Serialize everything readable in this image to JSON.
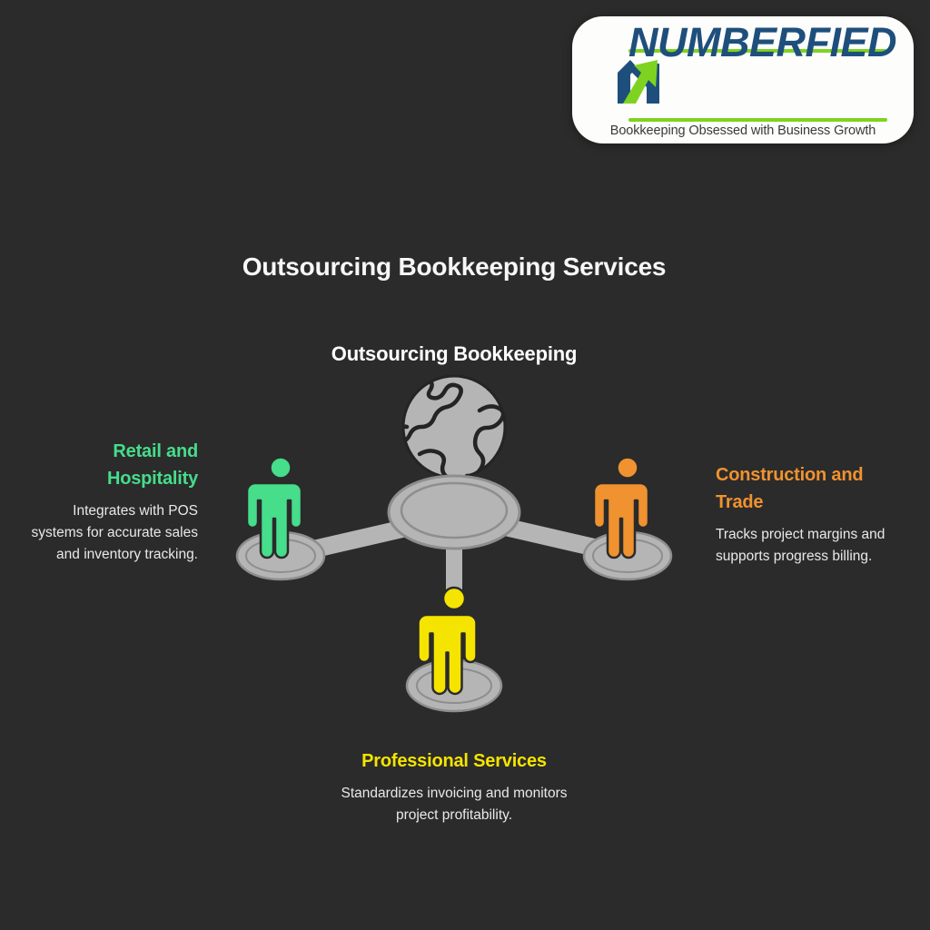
{
  "background_color": "#2b2b2b",
  "logo": {
    "brand_name": "NUMBERFIED",
    "tagline": "Bookkeeping Obsessed with Business Growth",
    "brand_color": "#1e4f7c",
    "accent_color": "#7ed321",
    "card_color": "#fdfdfb"
  },
  "title": "Outsourcing Bookkeeping Services",
  "center": {
    "label": "Outsourcing Bookkeeping",
    "icon": "globe-icon",
    "hub_color": "#b5b5b5"
  },
  "nodes": [
    {
      "id": "retail-hospitality",
      "heading": "Retail and Hospitality",
      "description": "Integrates with POS systems for accurate sales and inventory tracking.",
      "color": "#46dd8b",
      "position": "left"
    },
    {
      "id": "construction-trade",
      "heading": "Construction and Trade",
      "description": "Tracks project margins and supports progress billing.",
      "color": "#f0922f",
      "position": "right"
    },
    {
      "id": "professional-services",
      "heading": "Professional Services",
      "description": "Standardizes invoicing and monitors project profitability.",
      "color": "#f5e400",
      "position": "bottom"
    }
  ]
}
